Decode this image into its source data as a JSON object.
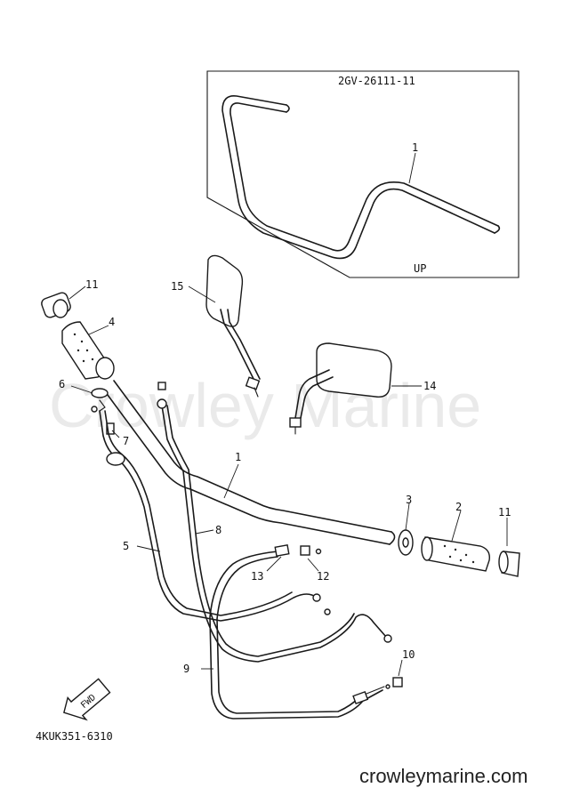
{
  "watermark": "Crowley Marine",
  "footer_url": "crowleymarine.com",
  "diagram_code": "4KUK351-6310",
  "inset": {
    "part_number": "2GV-26111-11",
    "up_label": "UP",
    "callout": "1"
  },
  "fwd_label": "FWD",
  "callouts": {
    "c11a": "11",
    "c4": "4",
    "c15": "15",
    "c14": "14",
    "c6": "6",
    "c7": "7",
    "c1": "1",
    "c3": "3",
    "c2": "2",
    "c11b": "11",
    "c5": "5",
    "c8": "8",
    "c13": "13",
    "c12": "12",
    "c9": "9",
    "c10": "10"
  }
}
